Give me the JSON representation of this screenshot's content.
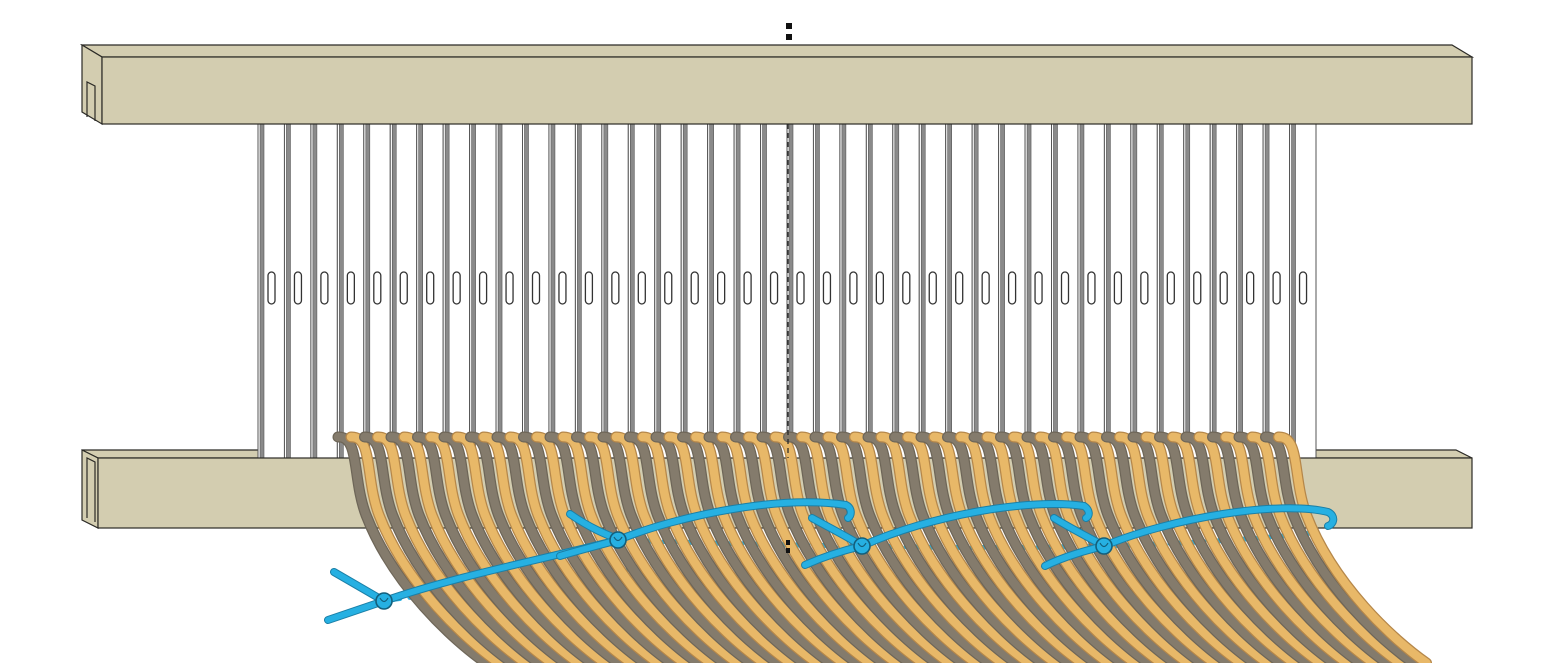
{
  "colors": {
    "background": "#ffffff",
    "beam_fill": "#d3cdb0",
    "beam_edge": "#2b2a26",
    "heddle_fill": "#ffffff",
    "heddle_edge": "#555555",
    "heddle_dark": "#8a8a8a",
    "warp_dark": "#847b6c",
    "warp_dark_outline": "#6e6658",
    "warp_light": "#e8b868",
    "warp_light_outline": "#b5874a",
    "tie_cord": "#26b0e2",
    "center_mark": "#111111"
  },
  "icons": {
    "reed": "rigid-heddle-reed",
    "cord": "tie-on-cord",
    "center": "center-mark"
  },
  "diagram": {
    "heddle_count": 40,
    "warp_pairs": 36,
    "tie_knots": 4
  }
}
